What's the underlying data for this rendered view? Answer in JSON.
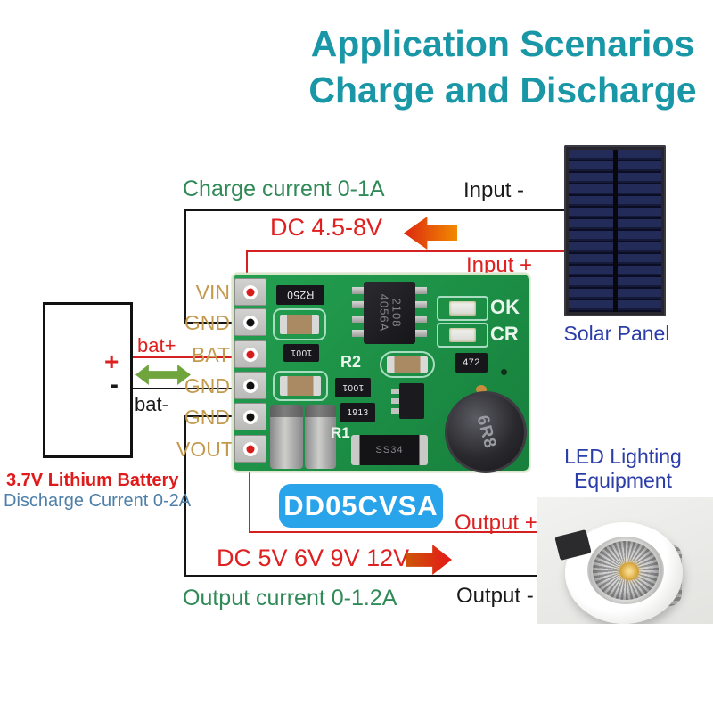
{
  "title": {
    "line1": "Application Scenarios",
    "line2": "Charge and Discharge"
  },
  "input_section": {
    "charge_current": "Charge current 0-1A",
    "voltage": "DC 4.5-8V",
    "input_neg": "Input -",
    "input_pos": "Input +"
  },
  "battery": {
    "plus": "+",
    "minus": "-",
    "bat_pos": "bat+",
    "bat_neg": "bat-",
    "name": "3.7V Lithium Battery",
    "discharge": "Discharge Current 0-2A"
  },
  "module": {
    "model": "DD05CVSA",
    "pins": [
      "VIN",
      "GND",
      "BAT",
      "GND",
      "GND",
      "VOUT"
    ],
    "silkscreen": {
      "ok": "OK",
      "cr": "CR",
      "r1": "R1",
      "r2": "R2"
    },
    "markings": {
      "chip_line1": "4056A",
      "chip_line2": "2108",
      "input_resistor": "R250",
      "resistor_1001_a": "1001",
      "resistor_1001_b": "1001",
      "resistor_1913": "1913",
      "resistor_472": "472",
      "inductor": "6R8",
      "diode": "SS34"
    }
  },
  "output_section": {
    "voltage": "DC 5V 6V 9V 12V",
    "output_current": "Output current 0-1.2A",
    "output_pos": "Output +",
    "output_neg": "Output -"
  },
  "solar_panel": {
    "label": "Solar Panel"
  },
  "led_light": {
    "label_line1": "LED Lighting",
    "label_line2": "Equipment"
  },
  "colors": {
    "title": "#1997A6",
    "red_text": "#DF2020",
    "green_text": "#2F8A57",
    "blue_label": "#2B3DA8",
    "steel_blue": "#4E7FA8",
    "pin_label": "#C49A4F",
    "badge_blue": "#29A3EA",
    "pcb_green": "#1E9348"
  }
}
